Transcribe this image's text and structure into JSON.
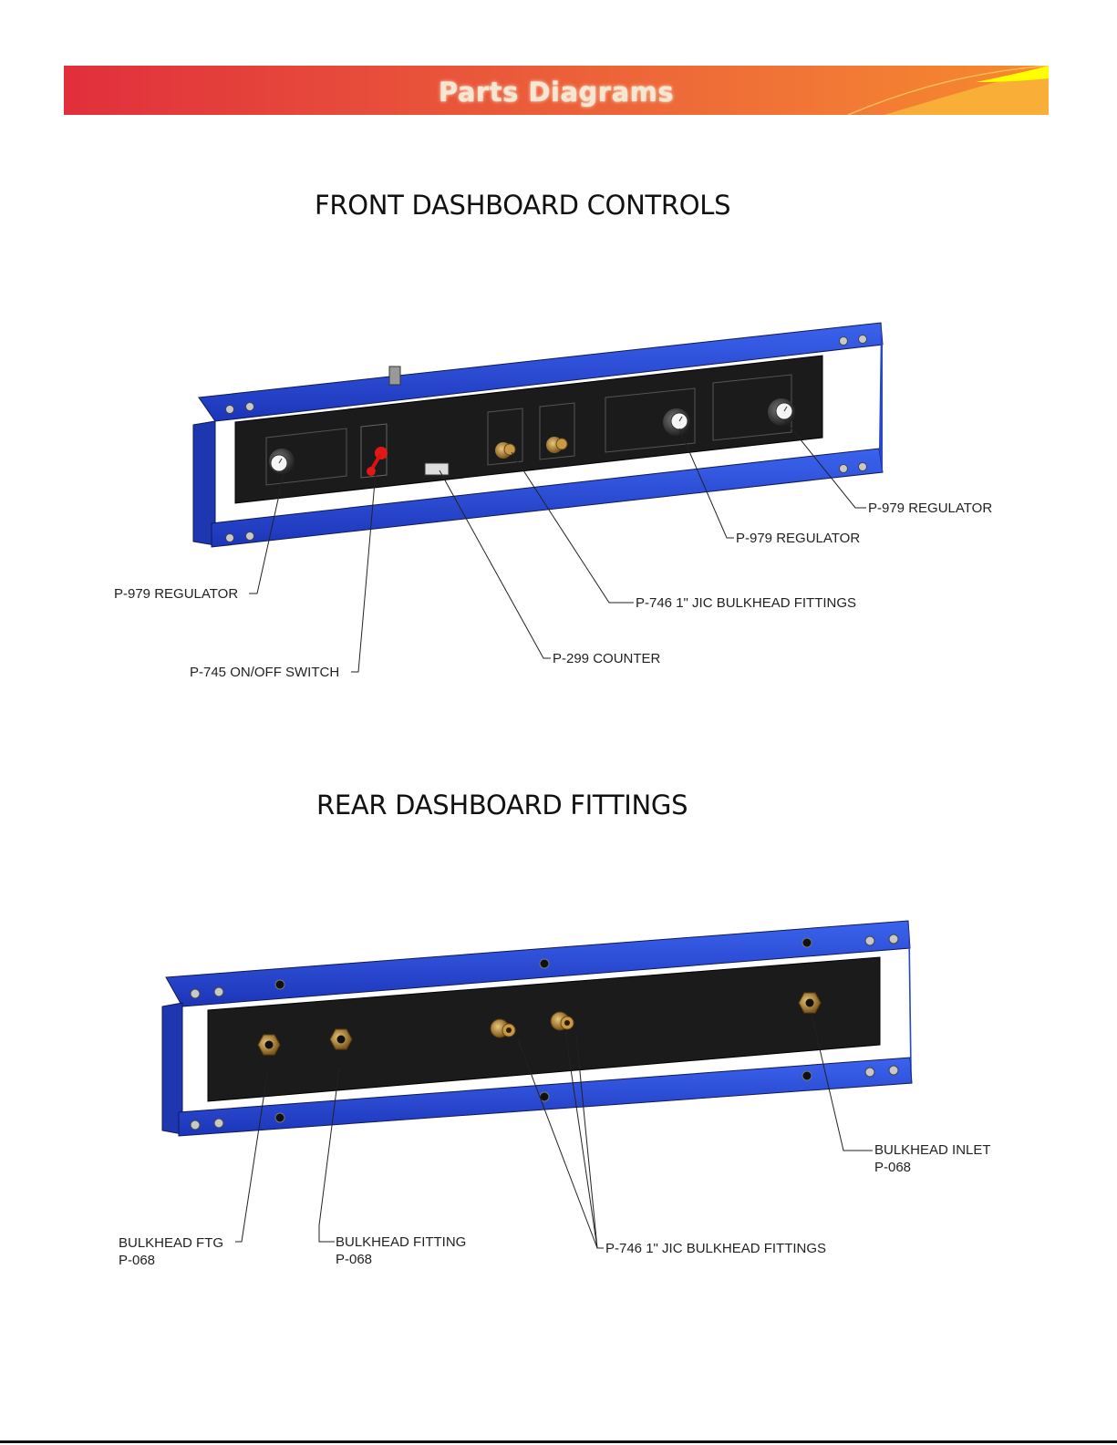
{
  "header": {
    "title": "Parts Diagrams",
    "colors": {
      "red": "#e0303a",
      "orange": "#f07a3a",
      "yellow": "#ffff00"
    }
  },
  "front": {
    "title": "FRONT DASHBOARD CONTROLS",
    "callouts": {
      "regulator_left": "P-979 REGULATOR",
      "switch": "P-745 ON/OFF SWITCH",
      "counter": "P-299 COUNTER",
      "jic_fittings": "P-746 1\" JIC BULKHEAD FITTINGS",
      "regulator_mid": "P-979 REGULATOR",
      "regulator_right": "P-979 REGULATOR"
    }
  },
  "rear": {
    "title": "REAR DASHBOARD FITTINGS",
    "callouts": {
      "ftg_name": "BULKHEAD FTG",
      "ftg_part": "P-068",
      "fitting_name": "BULKHEAD FITTING",
      "fitting_part": "P-068",
      "jic_fittings": "P-746 1\" JIC BULKHEAD FITTINGS",
      "inlet_name": "BULKHEAD INLET",
      "inlet_part": "P-068"
    }
  },
  "colors": {
    "frame_blue": "#2546d6",
    "panel_dark": "#1b1b1b",
    "brass": "#b8893a",
    "switch_red": "#e01818"
  }
}
